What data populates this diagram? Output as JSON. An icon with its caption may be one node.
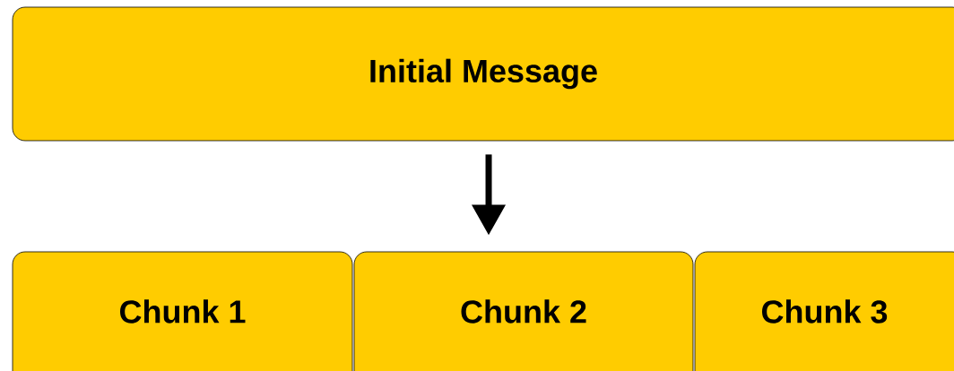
{
  "diagram": {
    "nodes": [
      {
        "text": [
          "Initial Message"
        ]
      },
      {
        "text": [
          "Chunk 1"
        ]
      },
      {
        "text": [
          "Chunk 2"
        ]
      },
      {
        "text": [
          "Chunk 3"
        ]
      }
    ],
    "edges": [
      {
        "from": 0,
        "to": 2,
        "arrow": "to"
      }
    ]
  }
}
